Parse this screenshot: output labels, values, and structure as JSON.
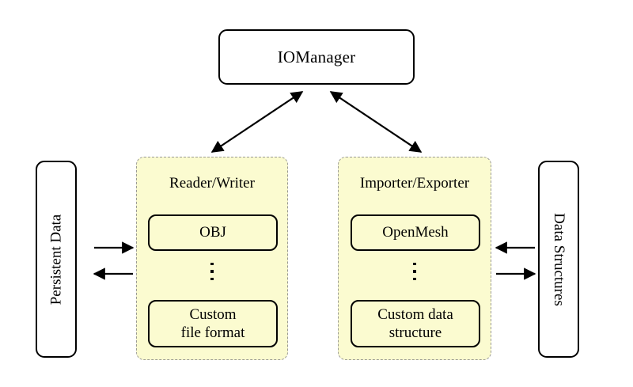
{
  "diagram": {
    "title_node": {
      "label": "IOManager"
    },
    "groups": [
      {
        "name": "reader-writer",
        "title": "Reader/Writer",
        "top_item": "OBJ",
        "ellipsis": "vertical-dots",
        "bottom_item_line1": "Custom",
        "bottom_item_line2": "file format"
      },
      {
        "name": "importer-exporter",
        "title": "Importer/Exporter",
        "top_item": "OpenMesh",
        "ellipsis": "vertical-dots",
        "bottom_item_line1": "Custom data",
        "bottom_item_line2": "structure"
      }
    ],
    "side_nodes": {
      "left": {
        "label": "Persistent Data"
      },
      "right": {
        "label": "Data Structures"
      }
    },
    "connectors": [
      {
        "name": "manager-to-reader-writer",
        "style": "double-headed-diagonal"
      },
      {
        "name": "manager-to-importer-exporter",
        "style": "double-headed-diagonal"
      },
      {
        "name": "persistent-data-to-reader-writer",
        "style": "single-arrow-right"
      },
      {
        "name": "reader-writer-to-persistent-data",
        "style": "single-arrow-left"
      },
      {
        "name": "data-structures-to-importer-exporter",
        "style": "single-arrow-left"
      },
      {
        "name": "importer-exporter-to-data-structures",
        "style": "single-arrow-right"
      }
    ],
    "colors": {
      "panel_fill": "#fbfbd0",
      "panel_border": "#9a9a94",
      "node_border": "#000000",
      "background": "#ffffff"
    }
  }
}
